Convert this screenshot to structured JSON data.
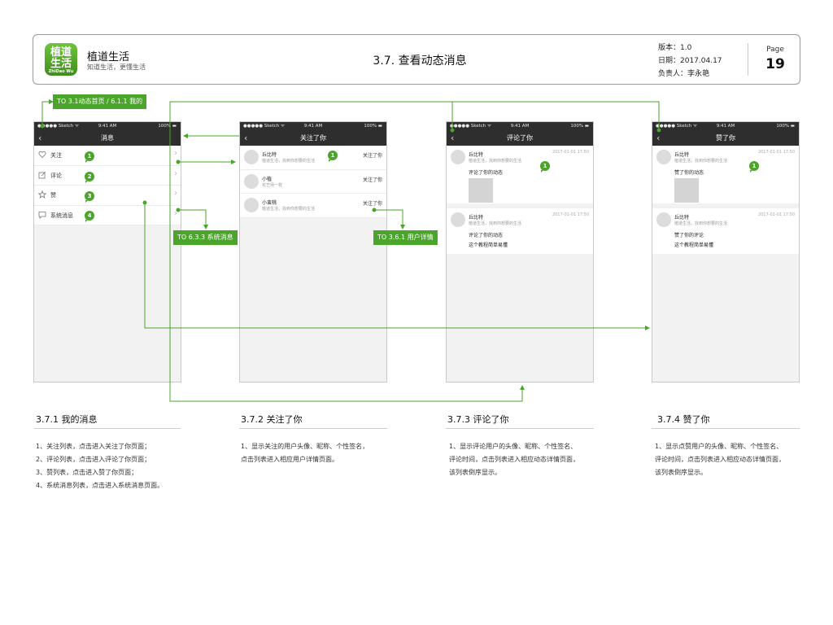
{
  "header": {
    "logo_text": "植道生活",
    "logo_sub": "ZhiDao Wu",
    "app_name": "植道生活",
    "app_slogan": "知道生活，更懂生活",
    "title": "3.7. 查看动态消息",
    "version": "版本：1.0",
    "date": "日期：2017.04.17",
    "owner": "负责人：李永艳",
    "page_label": "Page",
    "page_number": "19"
  },
  "statusbar": {
    "carrier": "●●●●● Sketch ᯤ",
    "time": "9:41 AM",
    "battery": "100% ▬"
  },
  "screens": {
    "messages": {
      "title": "消息",
      "items": [
        {
          "label": "关注",
          "icon": "heart-icon",
          "badge": "1"
        },
        {
          "label": "评论",
          "icon": "edit-icon",
          "badge": "2"
        },
        {
          "label": "赞",
          "icon": "star-icon",
          "badge": "3"
        },
        {
          "label": "系统消息",
          "icon": "chat-icon",
          "badge": "4"
        }
      ]
    },
    "follows": {
      "title": "关注了你",
      "badge": "1",
      "rows": [
        {
          "name": "丘比特",
          "signature": "植道生活，找到你想要的生活",
          "action": "关注了你"
        },
        {
          "name": "小植",
          "signature": "花艺师一枚",
          "action": "关注了你"
        },
        {
          "name": "小蛮桃",
          "signature": "植道生活，找到你想要的生活",
          "action": "关注了你"
        }
      ]
    },
    "comments": {
      "title": "评论了你",
      "badge": "1",
      "cards": [
        {
          "name": "丘比特",
          "signature": "植道生活，找到你想要的生活",
          "time": "2017-01-01 17:50",
          "action": "评论了你的动态"
        },
        {
          "name": "丘比特",
          "signature": "植道生活，找到你想要的生活",
          "time": "2017-01-01 17:50",
          "action": "评论了你的动态",
          "text": "这个教程简单易懂"
        }
      ]
    },
    "likes": {
      "title": "赞了你",
      "badge": "1",
      "cards": [
        {
          "name": "丘比特",
          "signature": "植道生活，找到你想要的生活",
          "time": "2017-01-01 17:50",
          "action": "赞了你的动态"
        },
        {
          "name": "丘比特",
          "signature": "植道生活，找到你想要的生活",
          "time": "2017-01-01 17:50",
          "action": "赞了你的评论",
          "text": "这个教程简单易懂"
        }
      ]
    }
  },
  "flow_tags": {
    "home": "TO 3.1动态首页 / 6.1.1 我的",
    "system": "TO 6.3.3 系统消息",
    "user_detail": "TO 3.6.1 用户详情"
  },
  "sections": [
    {
      "title": "3.7.1 我的消息",
      "lines": [
        "1、关注列表，点击进入关注了你页面；",
        "2、评论列表，点击进入评论了你页面；",
        "3、赞列表，点击进入赞了你页面；",
        "4、系统消息列表，点击进入系统消息页面。"
      ]
    },
    {
      "title": "3.7.2 关注了你",
      "lines": [
        "1、显示关注的用户头像、昵称、个性签名，",
        "点击列表进入相应用户详情页面。"
      ]
    },
    {
      "title": "3.7.3 评论了你",
      "lines": [
        "1、显示评论用户的头像、昵称、个性签名、",
        "评论时间，点击列表进入相应动态详情页面，",
        "该列表倒序显示。"
      ]
    },
    {
      "title": "3.7.4 赞了你",
      "lines": [
        "1、显示点赞用户的头像、昵称、个性签名、",
        "评论时间，点击列表进入相应动态详情页面，",
        "该列表倒序显示。"
      ]
    }
  ],
  "colors": {
    "accent": "#4aa52a",
    "navbar": "#2e2e2e",
    "background": "#f2f2f2"
  }
}
